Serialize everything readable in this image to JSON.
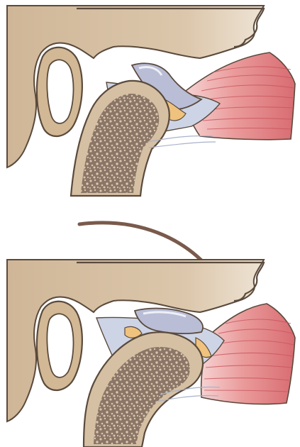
{
  "figure": {
    "panels": [
      {
        "id": "closed",
        "state": "mouth-closed"
      },
      {
        "id": "open",
        "state": "mouth-open"
      }
    ],
    "arrow": {
      "direction": "forward-downward"
    }
  },
  "colors": {
    "bone": "#d6c0a3",
    "bone_shade": "#c6ab8b",
    "bone_outline": "#5a4a3c",
    "marrow_speckle": "#7b6656",
    "disc": "#b9bdd6",
    "disc_highlight": "#dfe2ef",
    "ligament": "#c9d0e3",
    "cartilage_yellow": "#efc27e",
    "muscle": "#e48a8a",
    "muscle_light": "#f4c6c6",
    "muscle_stripe": "#c8575f",
    "arrow": "#7a5a4c"
  }
}
